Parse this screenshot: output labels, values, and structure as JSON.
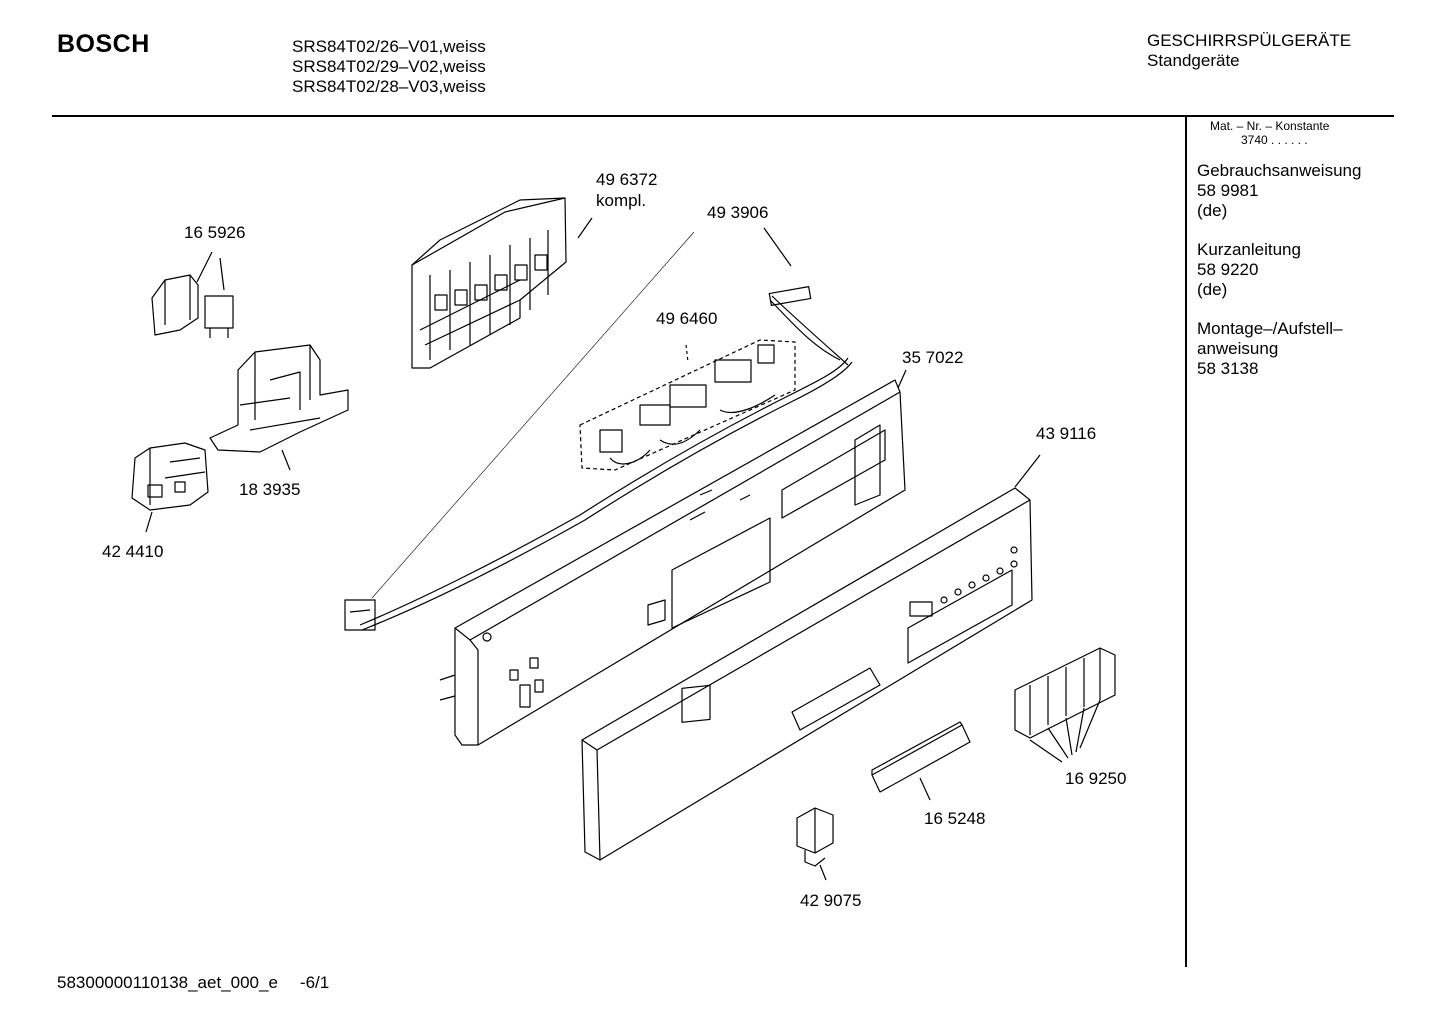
{
  "header": {
    "brand": "BOSCH",
    "models": [
      "SRS84T02/26–V01,weiss",
      "SRS84T02/29–V02,weiss",
      "SRS84T02/28–V03,weiss"
    ],
    "category": "GESCHIRRSPÜLGERÄTE",
    "subcategory": "Standgeräte"
  },
  "sidebar": {
    "mat_label": "Mat. – Nr. – Konstante",
    "mat_value": "3740 . . . . . .",
    "documents": [
      {
        "title": "Gebrauchsanweisung",
        "number": "58 9981",
        "lang": "(de)"
      },
      {
        "title": "Kurzanleitung",
        "number": "58 9220",
        "lang": "(de)"
      },
      {
        "title": "Montage–/Aufstell–",
        "number": "anweisung",
        "lang": "58 3138"
      }
    ]
  },
  "parts": {
    "p496372": "49 6372",
    "p496372_note": "kompl.",
    "p165926": "16 5926",
    "p493906": "49 3906",
    "p496460": "49 6460",
    "p357022": "35 7022",
    "p183935": "18 3935",
    "p424410": "42 4410",
    "p439116": "43 9116",
    "p169250": "16 9250",
    "p165248": "16 5248",
    "p429075": "42 9075"
  },
  "footer": {
    "code": "58300000110138_aet_000_e",
    "page": "-6/1"
  }
}
